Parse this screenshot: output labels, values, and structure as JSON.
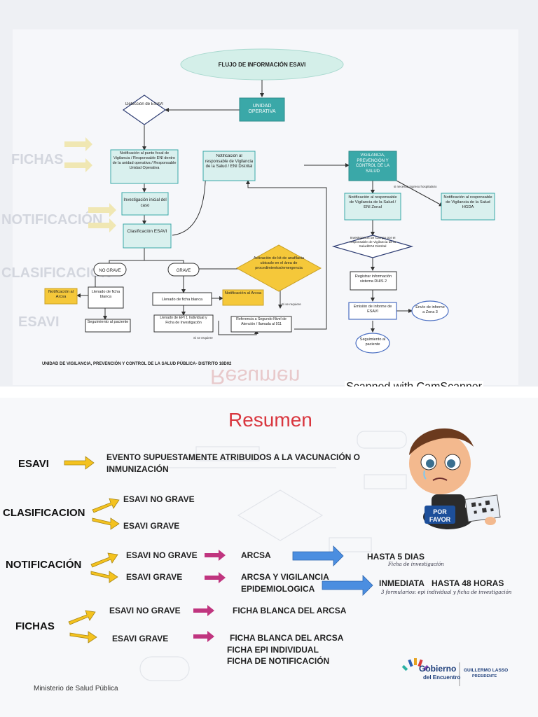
{
  "top_page": {
    "title": "FLUJO DE INFORMACIÓN ESAVI",
    "nodes": {
      "unidad_operativa": "UNIDAD OPERATIVA",
      "deteccion": "Detección de ESAVI",
      "notif_punto_focal": "Notificación al punto focal de Vigilancia / Responsable ENI dentro de la unidad operativa / Responsable Unidad Operativa",
      "notif_distrital": "Notificación al responsable de Vigilancia de la Salud / ENI Distrital",
      "vigilancia": "VIGILANCIA, PREVENCIÓN Y CONTROL DE LA SALUD",
      "investigacion_inicial": "Investigación inicial del caso",
      "clasificacion": "Clasificación ESAVI",
      "notif_zonal": "Notificación al responsable de Vigilancia de la Salud / ENI Zonal",
      "notif_hgda": "Notificación al responsable de Vigilancia de la Salud HGDA",
      "nota_hospitalario": "si necesita ingreso hospitalario",
      "investigacion_campo": "Investigación de Campo por el responsable de Vigilancia de la Salud/ENI Distrital",
      "no_grave": "NO GRAVE",
      "grave": "GRAVE",
      "kit_anafilaxia": "Activación de kit de anafilaxia ubicado en el área de procedimientos/emergencia",
      "notif_arcsa_left": "Notificación al Arcsa",
      "llenado_ficha_blanca_left": "Llenado de ficha blanca",
      "llenado_ficha_blanca": "Llenado de ficha blanca",
      "notif_arcsa_right": "Notificación al Arcsa",
      "registrar_dhis": "Registrar información sistema DHIS 2",
      "seguimiento_paciente_left": "Seguimiento al paciente",
      "llenado_epi1": "Llenado de EPI 1 Individual y Ficha de Investigación",
      "referencia": "Referencia a Segundo Nivel de Atención / llamada al 911",
      "si_se_requiere_1": "Si se requiere",
      "si_se_requiere_2": "Si se requiere",
      "emision_informe": "Emisión de informe de ESAVI",
      "envio_informe": "Envío de informe a Zona 3",
      "seguimiento_paciente_right": "Seguimiento al paciente"
    },
    "ghost_words": [
      "FICHAS",
      "NOTIFICACIÓN",
      "CLASIFICACIÓN",
      "ESAVI"
    ],
    "footer": "UNIDAD DE VIGILANCIA, PREVENCIÓN Y CONTROL DE LA SALUD PÚBLICA- DISTRITO 18D02",
    "mirror_text": "Resumen",
    "scan_label": "Scanned with CamScanner",
    "colors": {
      "teal": "#3aa8a8",
      "teal_light": "#d9f0ee",
      "yellow": "#f5c83a",
      "navy": "#2f3e74",
      "mint": "#cdeee6"
    }
  },
  "summary": {
    "title": "Resumen",
    "esavi": {
      "label": "ESAVI",
      "definition_line1": "EVENTO SUPUESTAMENTE ATRIBUIDOS A LA VACUNACIÓN O",
      "definition_line2": "INMUNIZACIÓN"
    },
    "clasificacion": {
      "label": "CLASIFICACION",
      "items": [
        "ESAVI NO GRAVE",
        "ESAVI GRAVE"
      ]
    },
    "notificacion": {
      "label": "NOTIFICACIÓN",
      "items": [
        "ESAVI NO GRAVE",
        "ESAVI GRAVE"
      ],
      "targets": [
        "ARCSA",
        "ARCSA Y VIGILANCIA",
        "EPIDEMIOLOGICA"
      ],
      "times": [
        "HASTA 5 DIAS",
        "INMEDIATA",
        "HASTA 48 HORAS"
      ],
      "handwritten_1": "Ficha de investigación",
      "handwritten_2": "3 formularios: epi individual y ficha de investigación"
    },
    "fichas": {
      "label": "FICHAS",
      "items": [
        "ESAVI NO GRAVE",
        "ESAVI GRAVE"
      ],
      "results": [
        "FICHA BLANCA DEL ARCSA",
        "FICHA BLANCA DEL ARCSA",
        "FICHA EPI INDIVIDUAL",
        "FICHA DE NOTIFICACIÓN"
      ]
    },
    "mascot_sign": [
      "POR",
      "FAVOR"
    ],
    "ministry": "Ministerio de Salud Pública",
    "logo_line1": "Gobierno",
    "logo_line2": "del Encuentro",
    "president_name": "GUILLERMO LASSO",
    "president_title": "PRESIDENTE",
    "colors": {
      "title_red": "#d9363e",
      "arrow_yellow": "#f4c21f",
      "arrow_magenta": "#c0357f",
      "arrow_blue": "#4b8ee0"
    }
  }
}
